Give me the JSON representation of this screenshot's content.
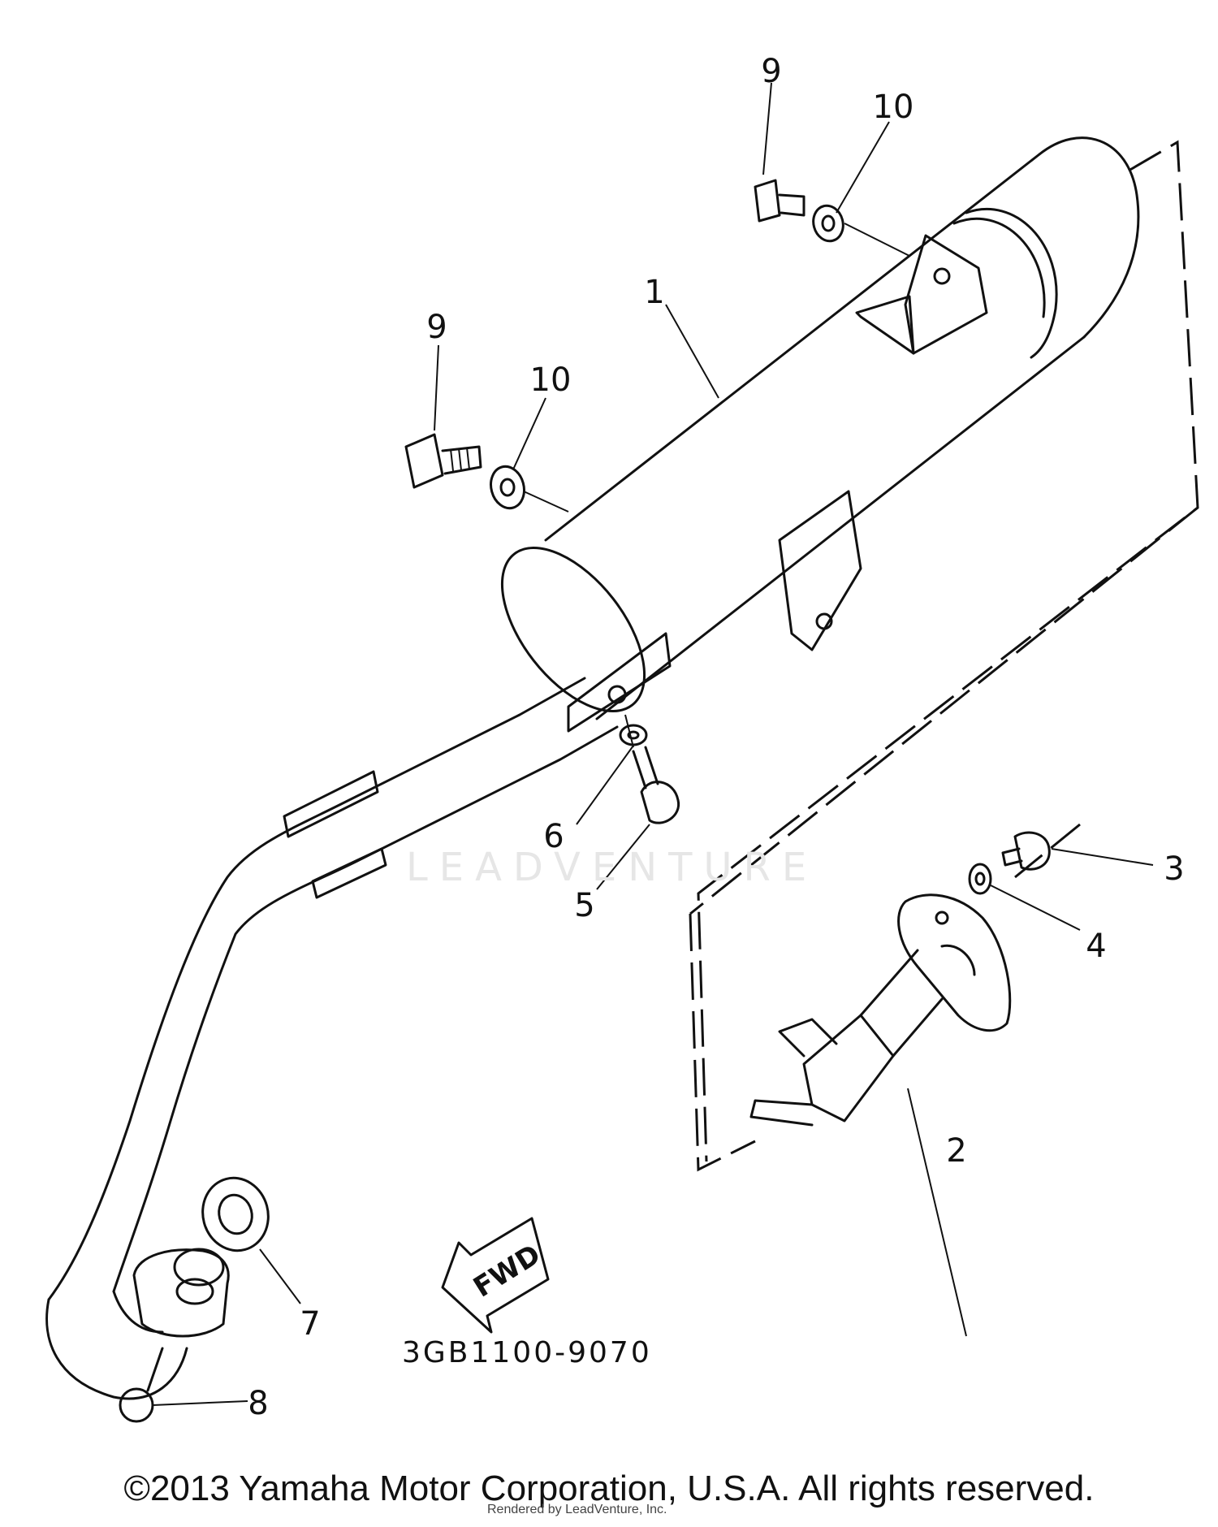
{
  "diagram": {
    "part_code": "3GB1100-9070",
    "direction_label": "FWD",
    "watermark": "LEADVENTURE",
    "copyright": "©2013 Yamaha Motor Corporation, U.S.A. All rights reserved.",
    "rendered_by": "Rendered by LeadVenture, Inc.",
    "callouts": {
      "c1": "1",
      "c2": "2",
      "c3": "3",
      "c4": "4",
      "c5": "5",
      "c6": "6",
      "c7": "7",
      "c8": "8",
      "c9a": "9",
      "c10a": "10",
      "c9b": "9",
      "c10b": "10"
    }
  }
}
